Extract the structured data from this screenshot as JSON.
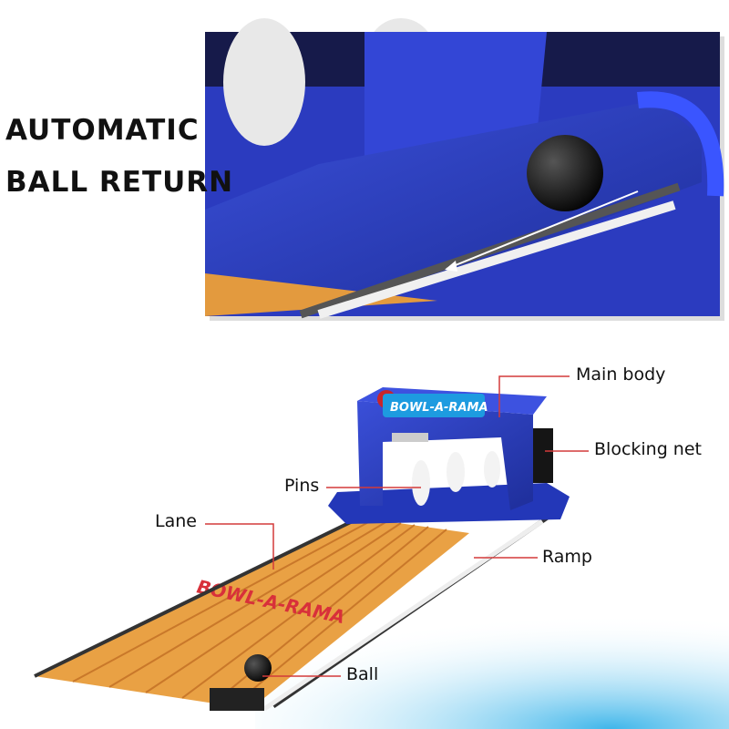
{
  "headline": {
    "line1": "AUTOMATIC",
    "line2": "BALL RETURN"
  },
  "brand_logo": "BOWL-A-RAMA",
  "labels": {
    "main_body": "Main body",
    "blocking_net": "Blocking net",
    "pins": "Pins",
    "lane": "Lane",
    "ramp": "Ramp",
    "ball": "Ball"
  },
  "colors": {
    "machine_blue": "#2a3fc4",
    "lane_orange": "#e9a144",
    "leader_line": "#d33a3a"
  }
}
